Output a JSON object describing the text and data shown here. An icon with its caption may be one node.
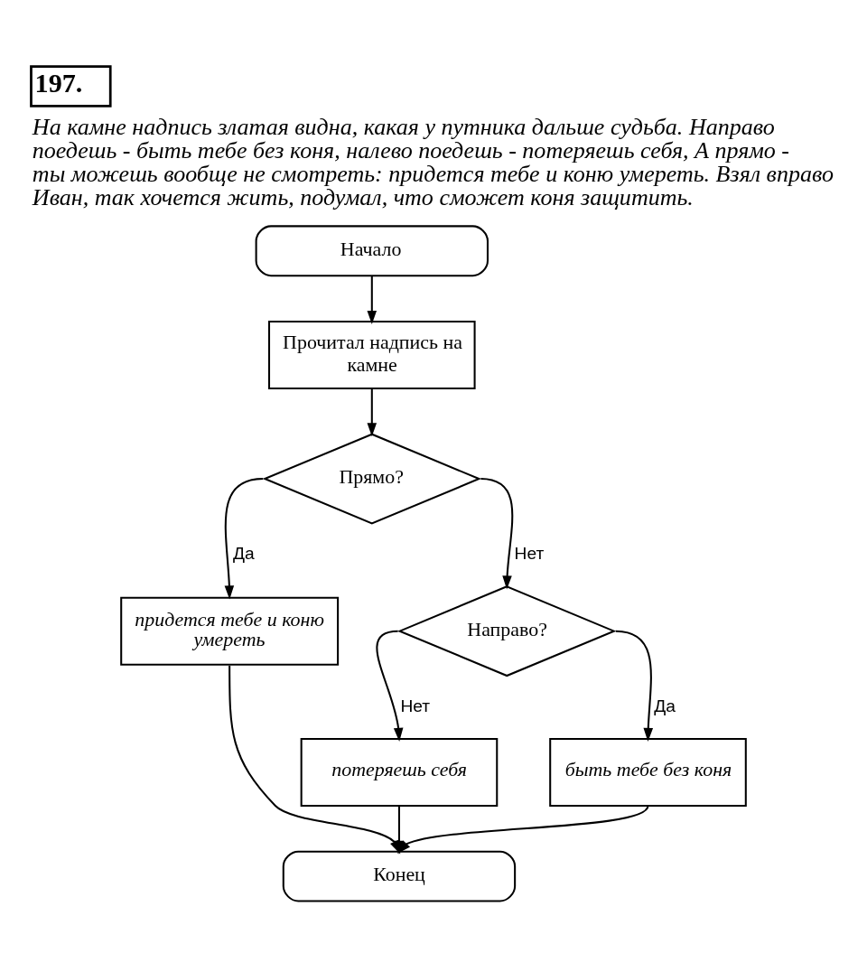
{
  "diagram": {
    "title": "197.",
    "caption": "На камне надпись златая видна, какая у путника дальше судьба. Направо поедешь - быть тебе без коня, налево поедешь - потеряешь себя, А прямо - ты можешь вообще не смотреть: придется тебе и коню умереть. Взял вправо Иван, так хочется жить, подумал, что сможет коня защитить.",
    "nodes": [
      {
        "text": [
          "Начало"
        ]
      },
      {
        "text": [
          "Прочитал надпись на камне"
        ]
      },
      {
        "text": [
          "Прямо?"
        ]
      },
      {
        "text": [
          "придется тебе и коню умереть"
        ]
      },
      {
        "text": [
          "Направо?"
        ]
      },
      {
        "text": [
          "потеряешь себя"
        ]
      },
      {
        "text": [
          "быть тебе без коня"
        ]
      },
      {
        "text": [
          "Конец"
        ]
      }
    ],
    "edges": [
      {
        "from": 0,
        "to": 1,
        "arrow": "to"
      },
      {
        "from": 1,
        "to": 2,
        "arrow": "to"
      },
      {
        "from": 2,
        "to": 3,
        "arrow": "to",
        "label": "Да"
      },
      {
        "from": 2,
        "to": 4,
        "arrow": "to",
        "label": "Нет"
      },
      {
        "from": 4,
        "to": 5,
        "arrow": "to",
        "label": "Нет"
      },
      {
        "from": 4,
        "to": 6,
        "arrow": "to",
        "label": "Да"
      },
      {
        "from": 3,
        "to": 7,
        "arrow": "to"
      },
      {
        "from": 5,
        "to": 7,
        "arrow": "to"
      },
      {
        "from": 6,
        "to": 7,
        "arrow": "to"
      }
    ]
  }
}
